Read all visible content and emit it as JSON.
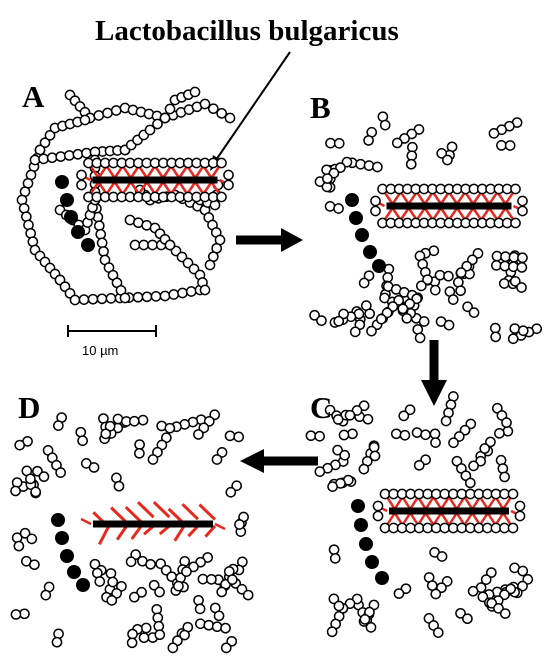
{
  "figure": {
    "title": "Lactobacillus bulgaricus",
    "scale_bar_label": "10 µm",
    "panels": [
      {
        "letter": "A"
      },
      {
        "letter": "B"
      },
      {
        "letter": "C"
      },
      {
        "letter": "D"
      }
    ]
  },
  "colors": {
    "outline": "#000000",
    "fill": "#ffffff",
    "fibril": "#e8281f",
    "background": "#ffffff"
  }
}
